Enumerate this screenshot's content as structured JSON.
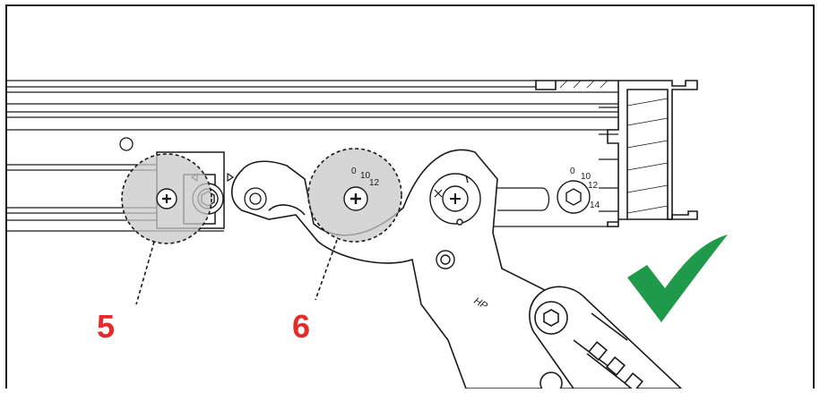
{
  "callouts": [
    {
      "number": "5",
      "color": "#e42b2b"
    },
    {
      "number": "6",
      "color": "#e42b2b"
    }
  ],
  "dial_center": {
    "labels": [
      "0",
      "10",
      "12"
    ]
  },
  "dial_right": {
    "labels": [
      "0",
      "10",
      "12",
      "14"
    ]
  },
  "arm_label": "HP",
  "colors": {
    "line": "#1a1a1a",
    "highlight": "#c8c8c8",
    "check": "#1f9a4a",
    "callout": "#e42b2b"
  },
  "icons": [
    "phillips-screw-icon",
    "hex-socket-icon",
    "checkmark-icon"
  ]
}
